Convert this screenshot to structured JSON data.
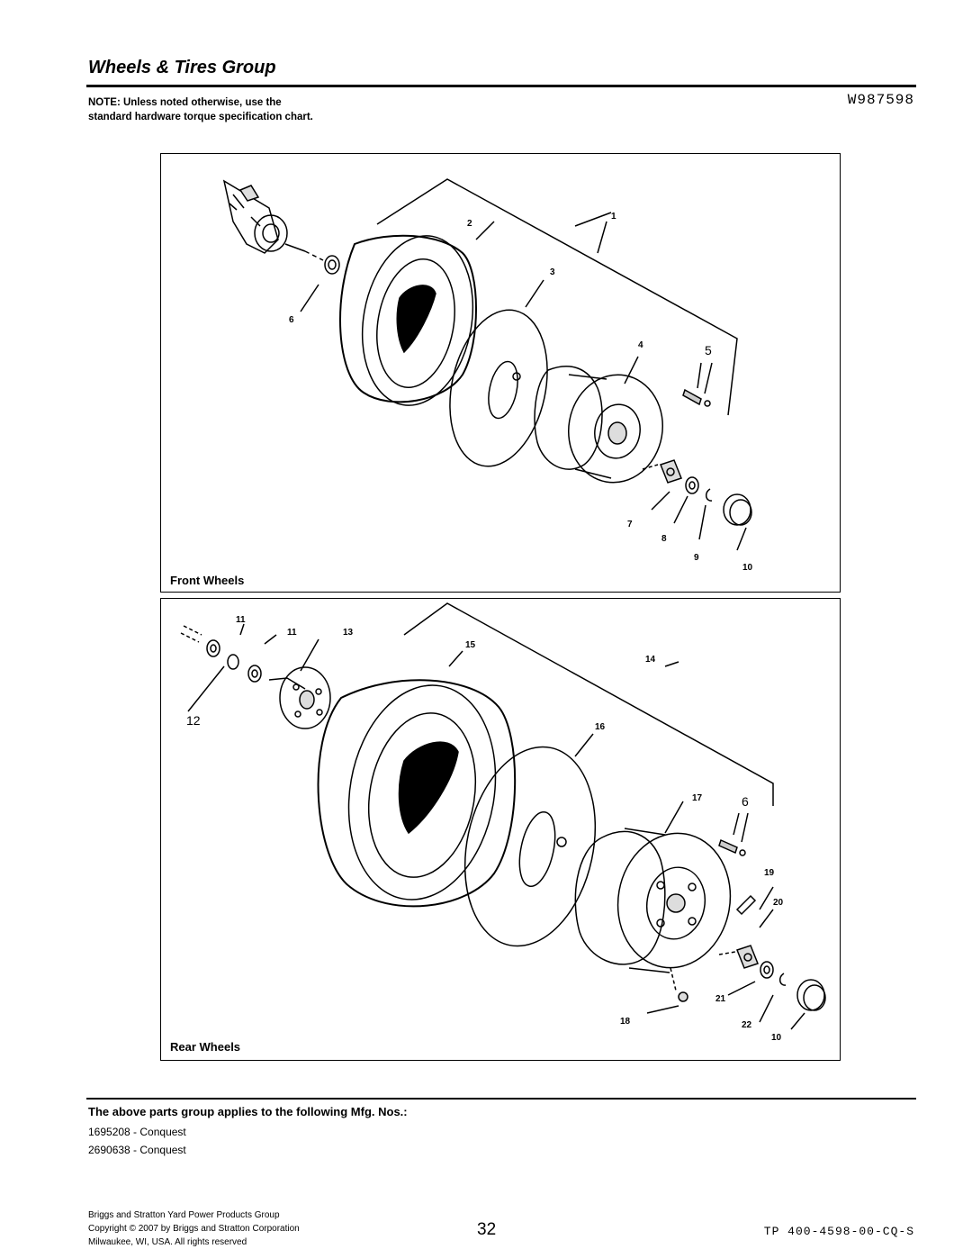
{
  "page": {
    "title": "Wheels & Tires Group",
    "note": "NOTE: Unless noted otherwise, use the standard hardware torque specification chart.",
    "doc_number": "W987598"
  },
  "front_panel": {
    "label": "Front Wheels",
    "callouts": [
      "1",
      "2",
      "3",
      "4",
      "5",
      "6",
      "7",
      "8",
      "9",
      "10"
    ]
  },
  "rear_panel": {
    "label": "Rear Wheels",
    "callouts": [
      "11",
      "11",
      "13",
      "15",
      "14",
      "12",
      "16",
      "17",
      "6",
      "19",
      "20",
      "21",
      "18",
      "22",
      "10"
    ]
  },
  "applies": {
    "heading": "The above parts group applies to the following Mfg. Nos.:",
    "items": [
      "1695208 - Conquest",
      "2690638 - Conquest"
    ]
  },
  "footer": {
    "line1": "Briggs and Stratton Yard Power Products Group",
    "line2": "Copyright © 2007 by Briggs and Stratton Corporation",
    "line3": "Milwaukee, WI, USA. All rights reserved",
    "page_number": "32",
    "part_number": "TP 400-4598-00-CQ-S"
  }
}
